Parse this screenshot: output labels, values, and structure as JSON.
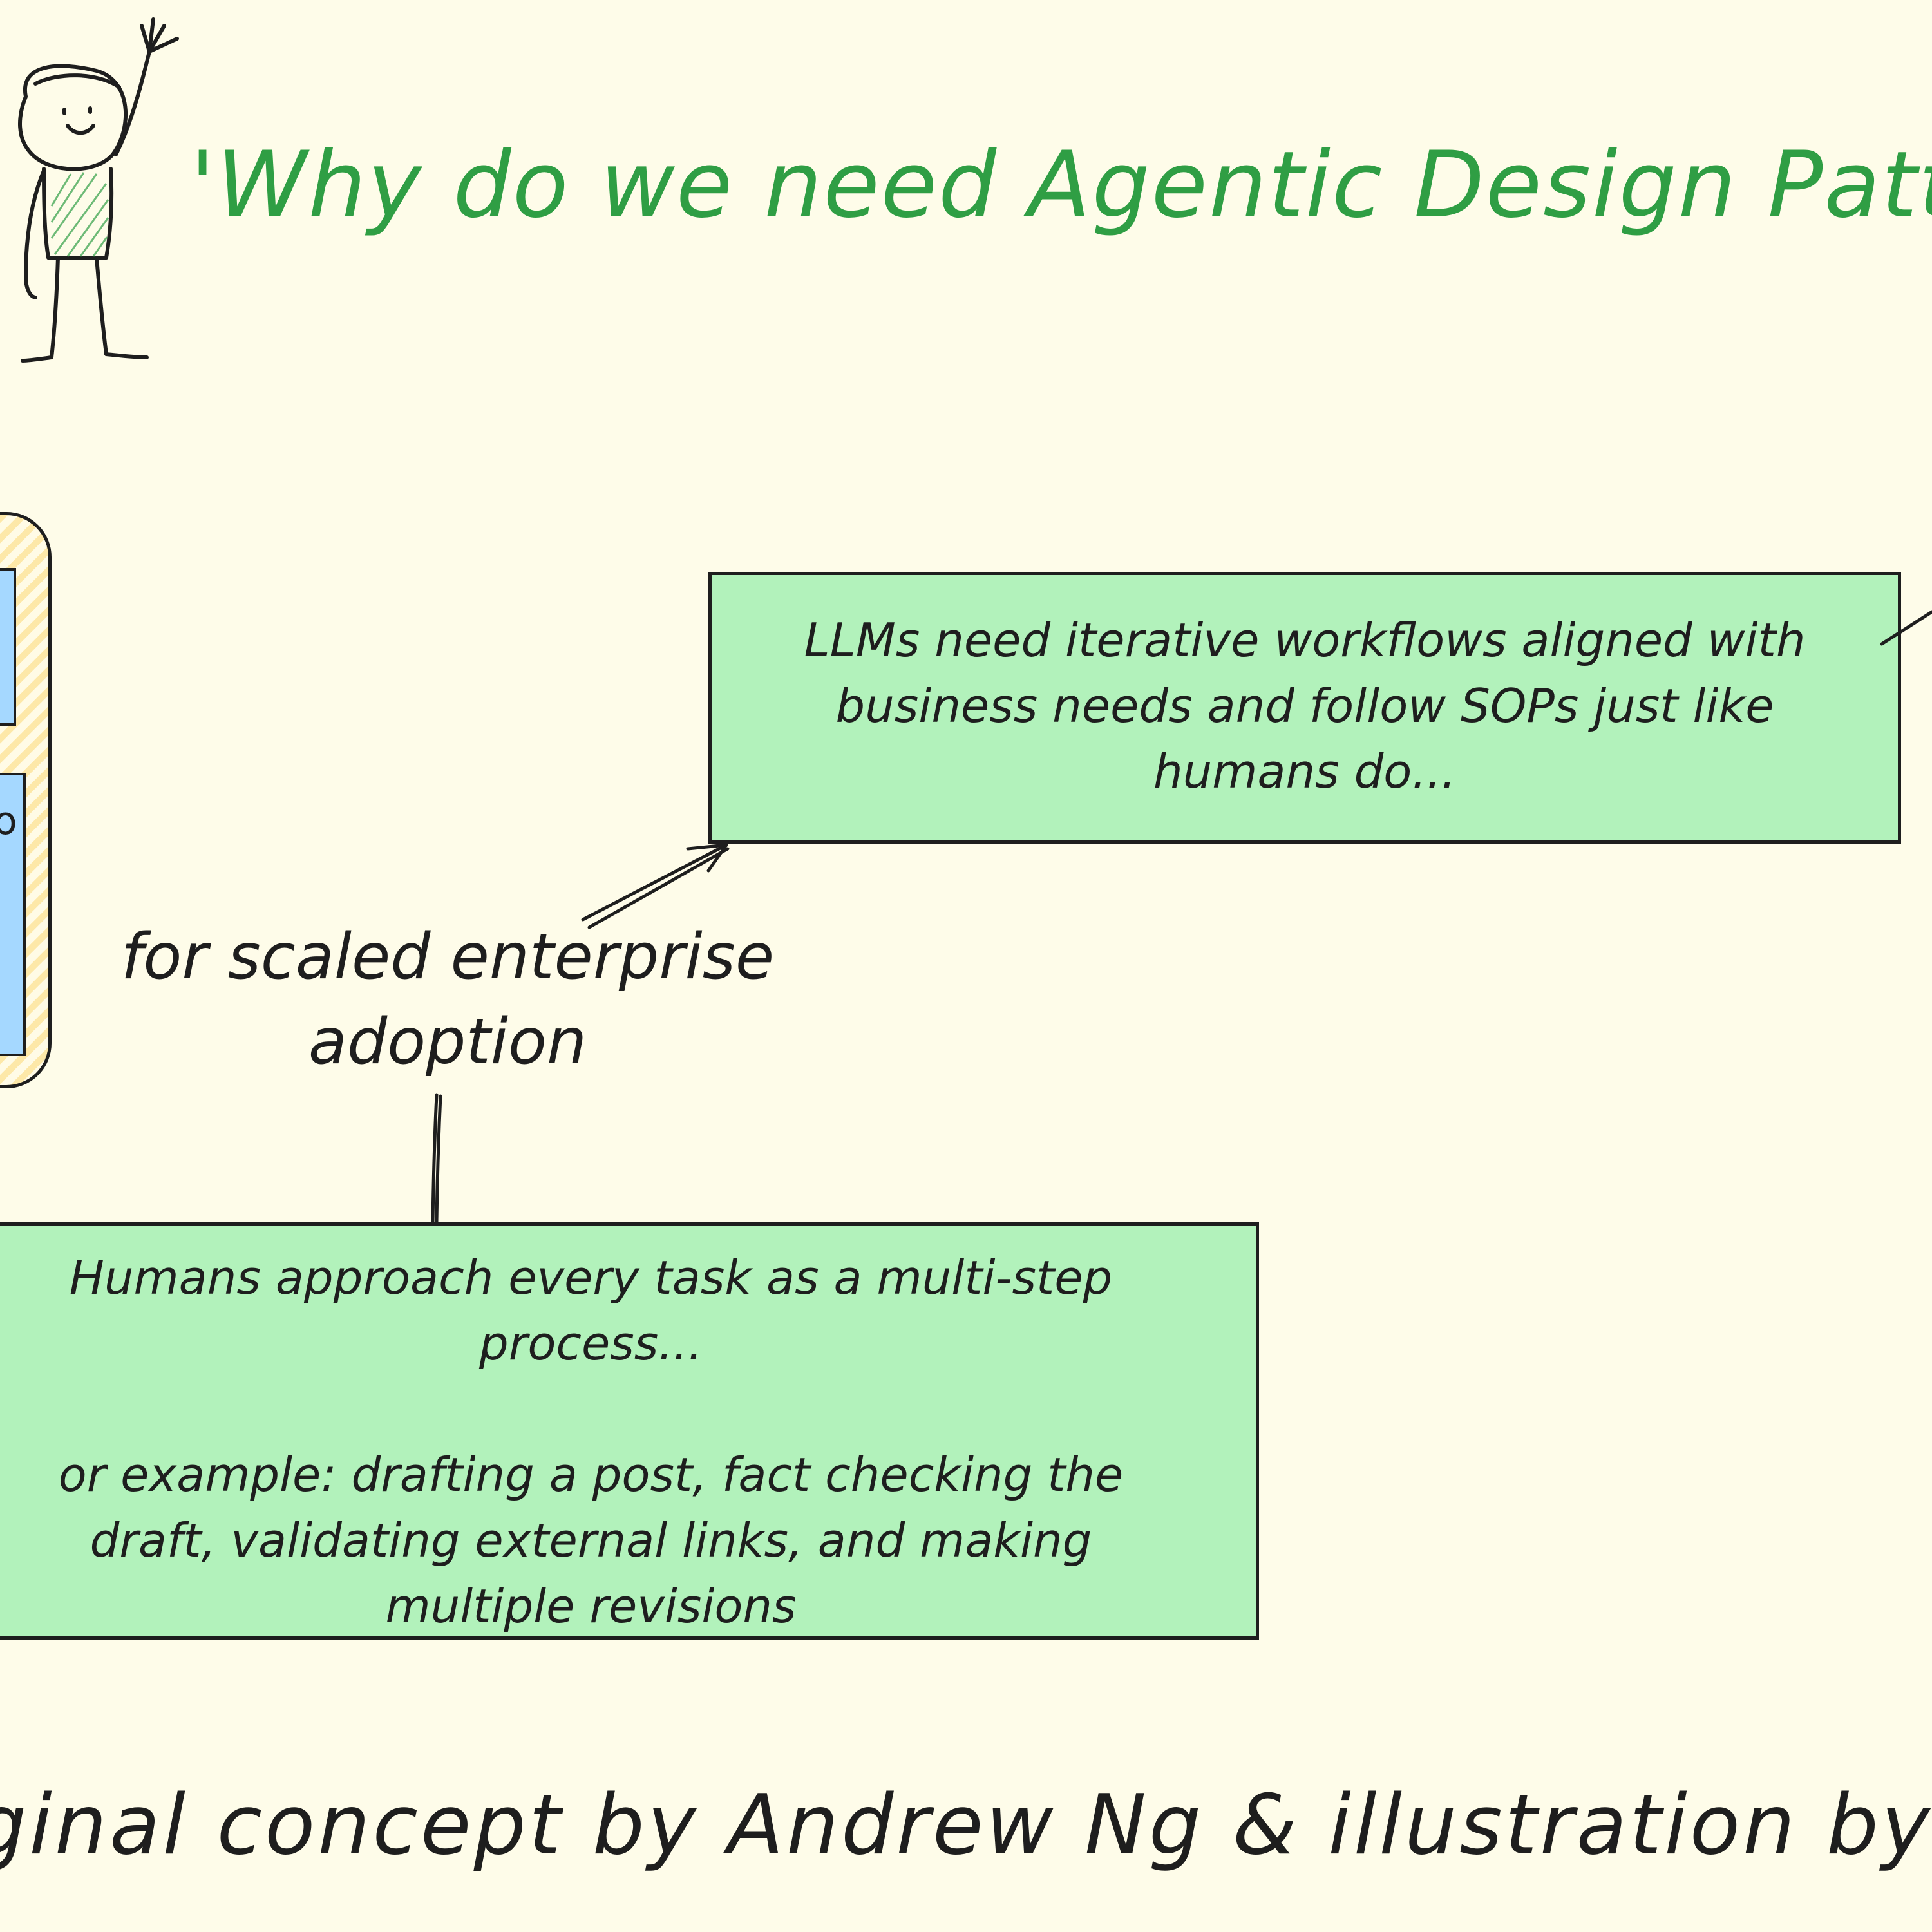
{
  "title": "'Why do we need Agentic Design Patter",
  "llm_box": {
    "lines": [
      "LLMs need iterative workflows aligned with",
      "business needs and follow SOPs just like",
      "humans do..."
    ]
  },
  "scaled_label": {
    "lines": [
      "for scaled enterprise",
      "adoption"
    ]
  },
  "human_box": {
    "lines": [
      "Humans approach every task as a multi-step",
      "process..."
    ],
    "example_lines": [
      "or example: drafting a post, fact checking the",
      "draft, validating external links, and making",
      "multiple revisions"
    ]
  },
  "credit": "ginal concept by Andrew Ng & illustration by Ir",
  "left_panel": {
    "glyph": "o"
  },
  "colors": {
    "background": "#fefce9",
    "title_green": "#2f9e44",
    "note_green": "#b2f2bb",
    "frame_yellow": "#fde8a8",
    "blue": "#a5d8ff",
    "ink": "#1e1e1e"
  },
  "icons": [
    "waving-person-icon",
    "arrow-icon"
  ]
}
